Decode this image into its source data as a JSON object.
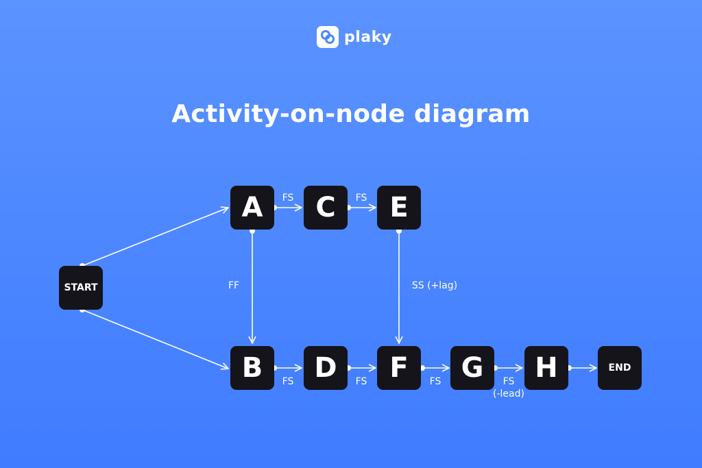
{
  "brand": {
    "name": "plaky",
    "icon": "plaky-logo-icon"
  },
  "title": "Activity-on-node diagram",
  "colors": {
    "background": "#4a86ff",
    "node": "#15141a",
    "line": "#ffffff"
  },
  "nodes": {
    "start": "START",
    "a": "A",
    "b": "B",
    "c": "C",
    "d": "D",
    "e": "E",
    "f": "F",
    "g": "G",
    "h": "H",
    "end": "END"
  },
  "edges": {
    "a_c": "FS",
    "c_e": "FS",
    "a_b": "FF",
    "e_f": "SS (+lag)",
    "b_d": "FS",
    "d_f": "FS",
    "f_g": "FS",
    "g_h_1": "FS",
    "g_h_2": "(-lead)"
  }
}
